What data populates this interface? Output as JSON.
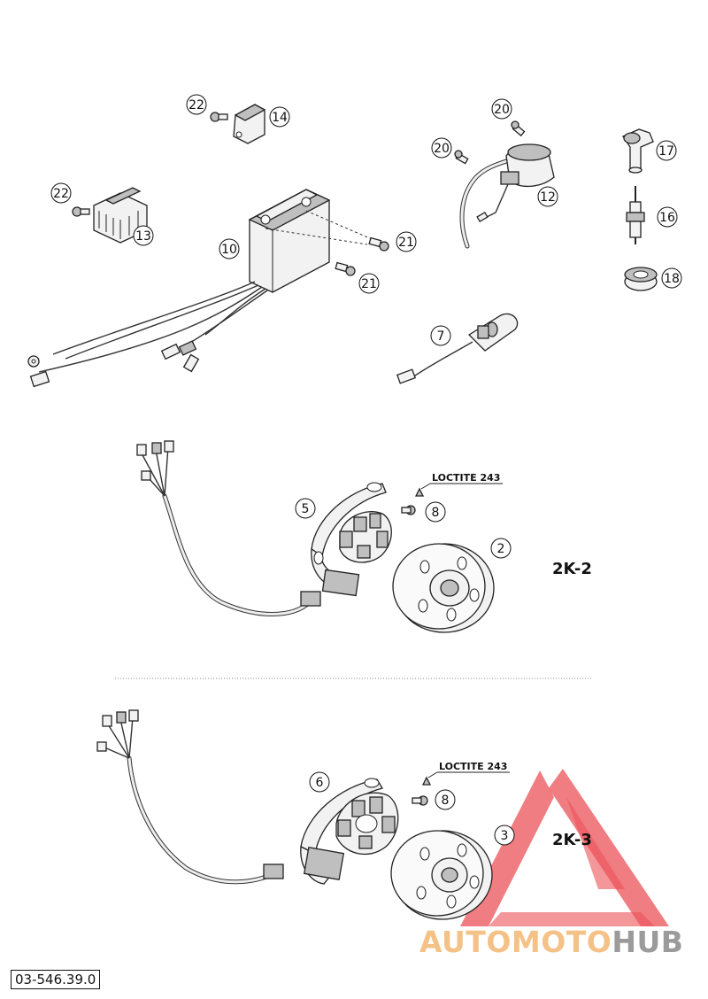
{
  "document_number": "03-546.39.0",
  "variants": [
    {
      "id": "2k2",
      "label": "2K-2"
    },
    {
      "id": "2k3",
      "label": "2K-3"
    }
  ],
  "annotations": {
    "loctite_upper": "LOCTITE 243",
    "loctite_lower": "LOCTITE 243"
  },
  "callouts": {
    "c22a": "22",
    "c14": "14",
    "c20a": "20",
    "c20b": "20",
    "c17": "17",
    "c22b": "22",
    "c13": "13",
    "c10": "10",
    "c21a": "21",
    "c21b": "21",
    "c12": "12",
    "c16": "16",
    "c18": "18",
    "c7": "7",
    "c5": "5",
    "c8a": "8",
    "c2": "2",
    "c6": "6",
    "c8b": "8",
    "c3": "3"
  },
  "watermark": {
    "part_a": "AUTOMOTO",
    "part_b": "HUB",
    "color_a": "#f4c187",
    "color_b": "#9b9b9b",
    "triangle_color": "#e8343a"
  }
}
